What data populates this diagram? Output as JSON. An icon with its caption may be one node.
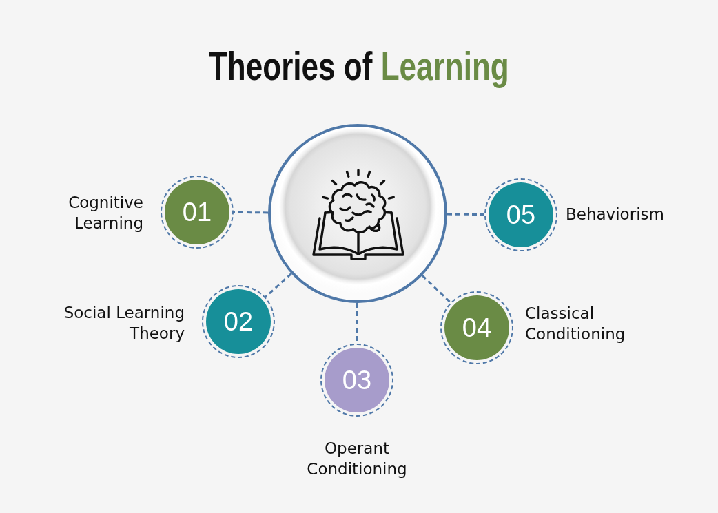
{
  "diagram": {
    "title": "Theories of Learning",
    "nodes": [
      {
        "text": [],
        "shape": "circle"
      },
      {
        "text": [
          "01"
        ],
        "beside": [
          "Cognitive Learning"
        ]
      },
      {
        "text": [
          "02"
        ],
        "beside": [
          "Social Learning Theory"
        ]
      },
      {
        "text": [
          "03"
        ],
        "beside": [
          "Operant Conditioning"
        ]
      },
      {
        "text": [
          "04"
        ],
        "beside": [
          "Classical Conditioning"
        ]
      },
      {
        "text": [
          "05"
        ],
        "beside": [
          "Behaviorism"
        ]
      }
    ],
    "edges": [
      {
        "from": 0,
        "to": 1,
        "arrow": "none",
        "style": "dashed"
      },
      {
        "from": 0,
        "to": 2,
        "arrow": "none",
        "style": "dashed"
      },
      {
        "from": 0,
        "to": 3,
        "arrow": "none",
        "style": "dashed"
      },
      {
        "from": 0,
        "to": 4,
        "arrow": "none",
        "style": "dashed"
      },
      {
        "from": 0,
        "to": 5,
        "arrow": "none",
        "style": "dashed"
      }
    ]
  }
}
